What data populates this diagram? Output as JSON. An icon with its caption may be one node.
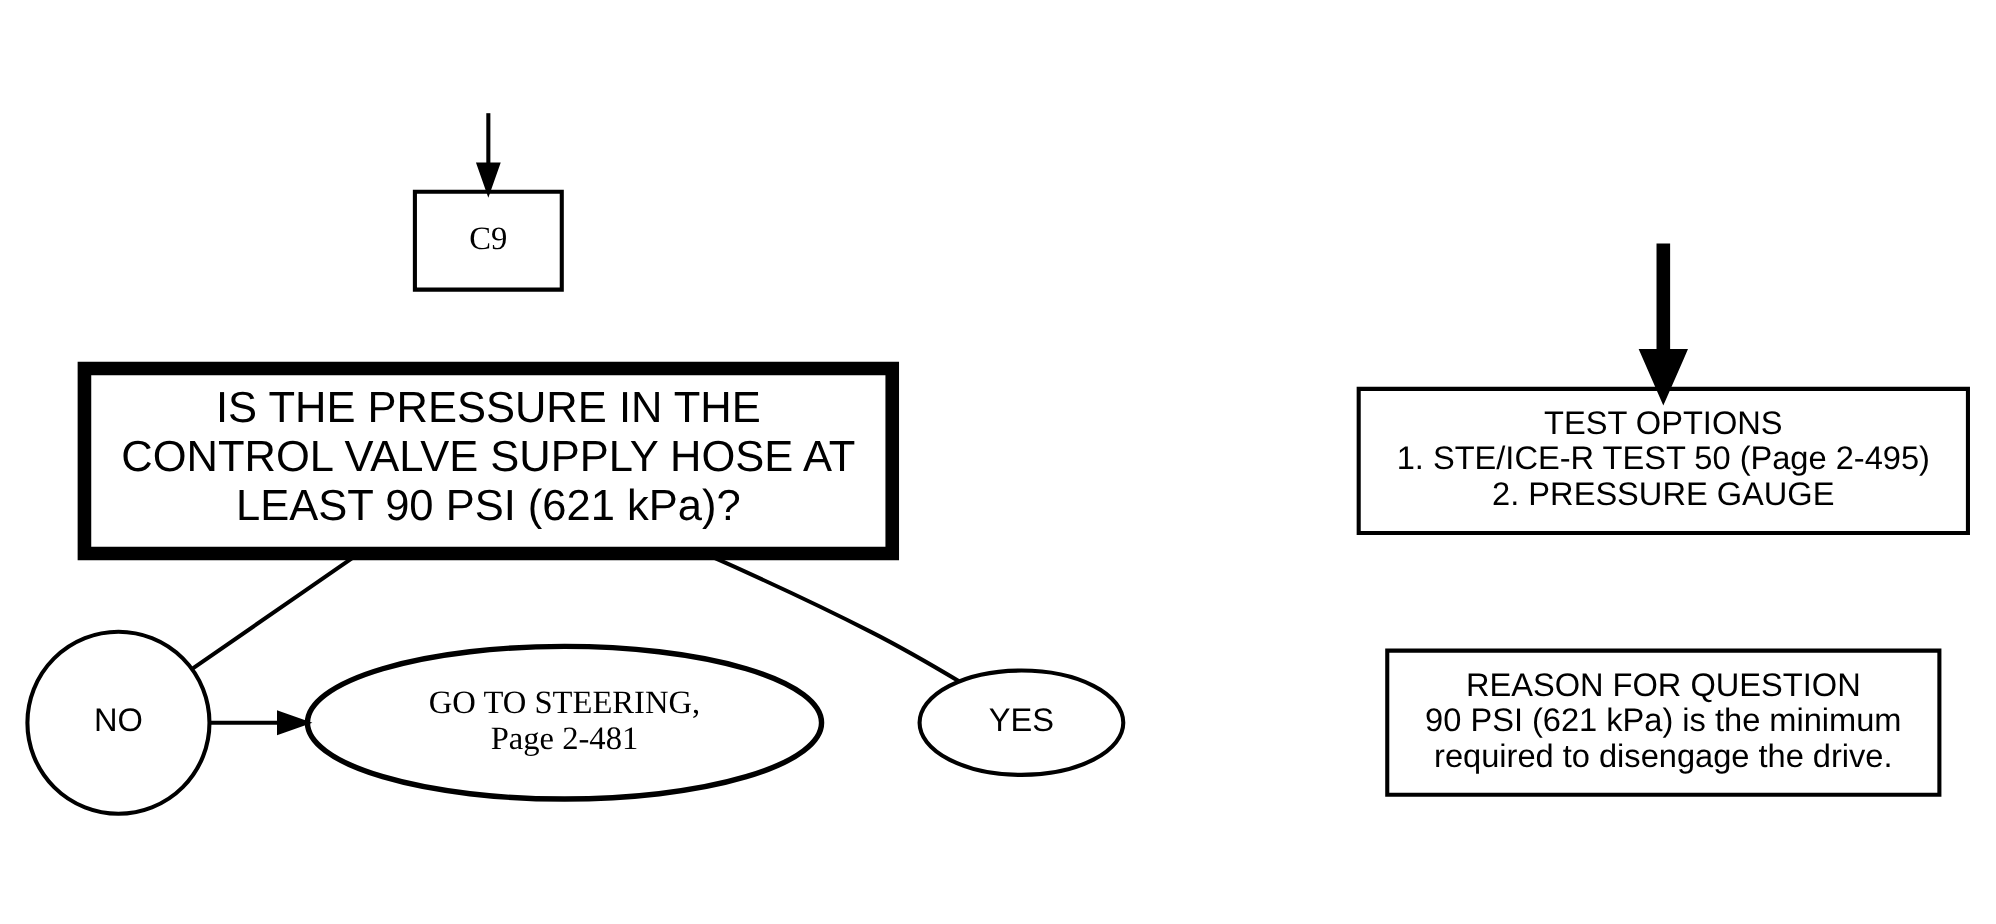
{
  "diagram": {
    "nodes": [
      {
        "text": [
          "C9"
        ]
      },
      {
        "text": [
          "IS THE PRESSURE IN THE CONTROL VALVE SUPPLY HOSE AT LEAST 90 PSI (621 kPa)?"
        ]
      },
      {
        "text": [
          "TEST OPTIONS",
          "1. STE/ICE-R TEST 50 (Page 2-495)",
          "2. PRESSURE GAUGE"
        ]
      },
      {
        "text": [
          "REASON FOR QUESTION",
          "90 PSI (621 kPa) is the minimum required to disengage the drive."
        ]
      },
      {
        "text": [
          "NO"
        ]
      },
      {
        "text": [
          "GO TO STEERING, Page 2-481"
        ]
      },
      {
        "text": [
          "YES"
        ]
      }
    ],
    "edges": [
      {
        "from": null,
        "to": 0,
        "arrow": "to"
      },
      {
        "from": null,
        "to": 2,
        "arrow": "to",
        "style": "thick"
      },
      {
        "from": 1,
        "to": 4,
        "arrow": "none"
      },
      {
        "from": 4,
        "to": 5,
        "arrow": "to"
      },
      {
        "from": 1,
        "to": 6,
        "arrow": "none"
      }
    ]
  }
}
